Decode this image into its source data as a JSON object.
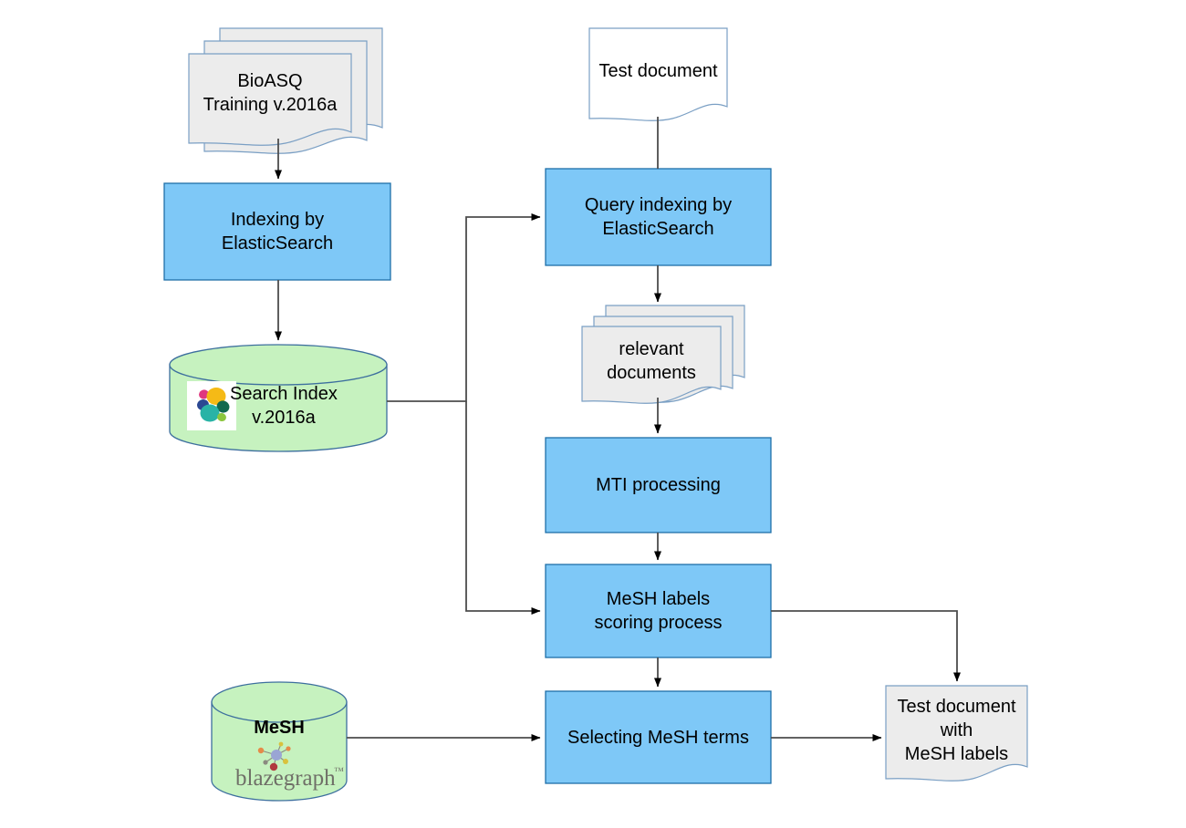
{
  "diagram": {
    "title": "BioASQ MeSH indexing pipeline flowchart",
    "colors": {
      "process_fill": "#7ec8f7",
      "process_stroke": "#1f6fa8",
      "document_fill": "#ececec",
      "document_stroke": "#7a9fc4",
      "document_white_fill": "#ffffff",
      "cylinder_fill": "#c6f2bf",
      "cylinder_stroke": "#3d6f9e",
      "connector": "#4d4d4d",
      "arrowhead": "#000000"
    },
    "nodes": {
      "bioasq_training": {
        "label": "BioASQ\nTraining v.2016a",
        "shape": "document-stack",
        "stack_count": 3
      },
      "indexing_by_elasticsearch": {
        "label": "Indexing by\nElasticSearch",
        "shape": "process"
      },
      "search_index": {
        "label": "Search Index\nv.2016a",
        "shape": "cylinder",
        "logo": "elasticsearch-logo"
      },
      "test_document": {
        "label": "Test document",
        "shape": "document"
      },
      "query_indexing": {
        "label": "Query indexing by\nElasticSearch",
        "shape": "process"
      },
      "relevant_documents": {
        "label": "relevant\ndocuments",
        "shape": "document-stack",
        "stack_count": 3
      },
      "mti_processing": {
        "label": "MTI processing",
        "shape": "process"
      },
      "mesh_scoring": {
        "label": "MeSH labels\nscoring process",
        "shape": "process"
      },
      "selecting_mesh_terms": {
        "label": "Selecting MeSH terms",
        "shape": "process"
      },
      "mesh_store": {
        "label": "MeSH",
        "shape": "cylinder",
        "logo": "blazegraph-logo",
        "logo_text": "blazegraph",
        "logo_trademark": "™"
      },
      "test_document_with_labels": {
        "label": "Test document\nwith\nMeSH labels",
        "shape": "document"
      }
    },
    "edges": [
      {
        "name": "bioasq-to-indexing",
        "from": "bioasq_training",
        "to": "indexing_by_elasticsearch"
      },
      {
        "name": "indexing-to-search-index",
        "from": "indexing_by_elasticsearch",
        "to": "search_index"
      },
      {
        "name": "search-index-to-query-indexing",
        "from": "search_index",
        "to": "query_indexing"
      },
      {
        "name": "search-index-to-mesh-scoring",
        "from": "search_index",
        "to": "mesh_scoring"
      },
      {
        "name": "test-document-to-query-indexing",
        "from": "test_document",
        "to": "query_indexing"
      },
      {
        "name": "query-indexing-to-relevant-documents",
        "from": "query_indexing",
        "to": "relevant_documents"
      },
      {
        "name": "relevant-documents-to-mti",
        "from": "relevant_documents",
        "to": "mti_processing"
      },
      {
        "name": "mti-to-mesh-scoring",
        "from": "mti_processing",
        "to": "mesh_scoring"
      },
      {
        "name": "mesh-scoring-to-selecting",
        "from": "mesh_scoring",
        "to": "selecting_mesh_terms"
      },
      {
        "name": "mesh-scoring-to-output-document",
        "from": "mesh_scoring",
        "to": "test_document_with_labels"
      },
      {
        "name": "mesh-store-to-selecting",
        "from": "mesh_store",
        "to": "selecting_mesh_terms"
      },
      {
        "name": "selecting-to-output-document",
        "from": "selecting_mesh_terms",
        "to": "test_document_with_labels"
      }
    ]
  }
}
